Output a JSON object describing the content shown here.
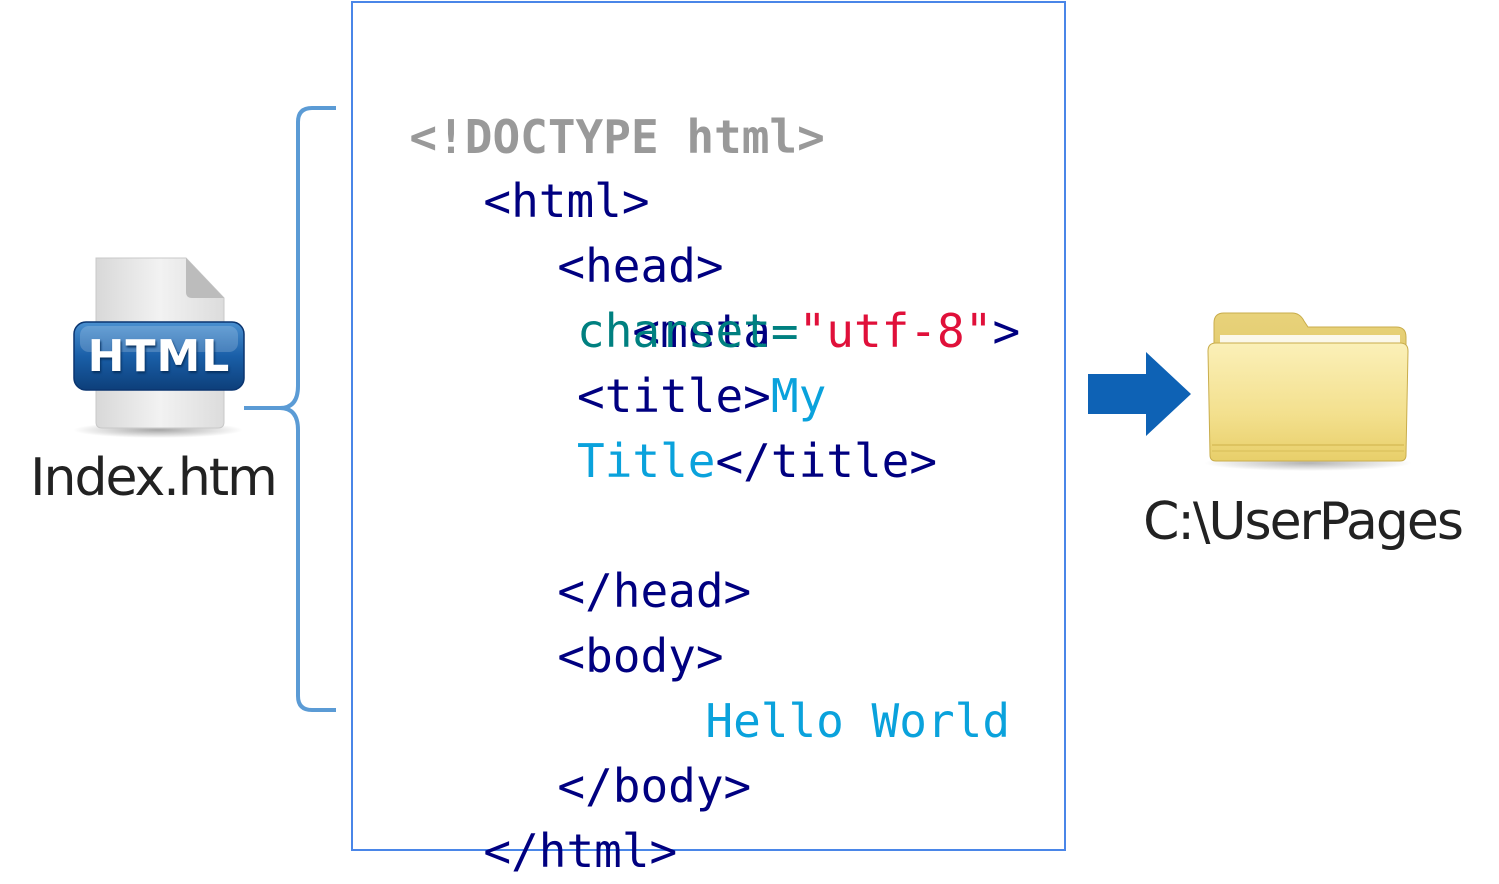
{
  "file": {
    "icon": "html-file-icon",
    "badge": "HTML",
    "name": "Index.htm"
  },
  "code": {
    "doctype": "<!DOCTYPE html>",
    "html_open": "<html>",
    "head_open": "<head>",
    "meta_open": "<meta",
    "meta_attr": "charset=",
    "meta_value": "\"utf-8\"",
    "meta_close": ">",
    "title_open": "<title>",
    "title_text_1": "My",
    "title_text_2": "Title",
    "title_close": "</title>",
    "head_close": "</head>",
    "body_open": "<body>",
    "body_text": "Hello World",
    "body_close": "</body>",
    "html_close": "</html>"
  },
  "destination": {
    "icon": "folder-icon",
    "path": "C:\\UserPages"
  },
  "colors": {
    "box_border": "#4a86e8",
    "brace": "#5b9bd5",
    "arrow": "#0e62b5",
    "doctype": "#999999",
    "tag": "#000080",
    "attribute": "#008080",
    "string": "#e0103a",
    "text": "#0aa2dc"
  }
}
